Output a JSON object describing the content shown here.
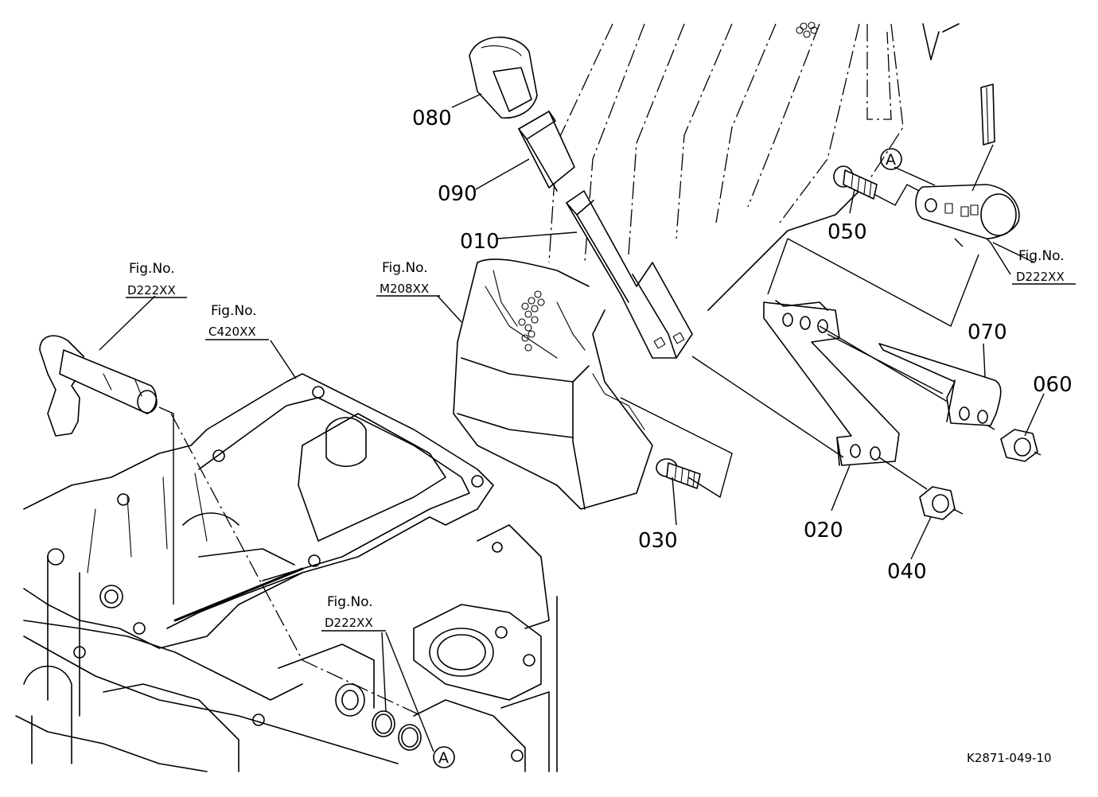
{
  "parts": [
    {
      "id": "p080",
      "label": "080"
    },
    {
      "id": "p090",
      "label": "090"
    },
    {
      "id": "p010",
      "label": "010"
    },
    {
      "id": "p050",
      "label": "050"
    },
    {
      "id": "p070",
      "label": "070"
    },
    {
      "id": "p060",
      "label": "060"
    },
    {
      "id": "p030",
      "label": "030"
    },
    {
      "id": "p020",
      "label": "020"
    },
    {
      "id": "p040",
      "label": "040"
    }
  ],
  "figure_refs": [
    {
      "id": "ref-left",
      "title": "Fig.No.",
      "code": "D222XX"
    },
    {
      "id": "ref-c420",
      "title": "Fig.No.",
      "code": "C420XX"
    },
    {
      "id": "ref-m208",
      "title": "Fig.No.",
      "code": "M208XX"
    },
    {
      "id": "ref-right",
      "title": "Fig.No.",
      "code": "D222XX"
    },
    {
      "id": "ref-bottom",
      "title": "Fig.No.",
      "code": "D222XX"
    }
  ],
  "callouts": [
    {
      "id": "callout-top",
      "letter": "A"
    },
    {
      "id": "callout-bottom",
      "letter": "A"
    }
  ],
  "drawing_code": "K2871-049-10"
}
